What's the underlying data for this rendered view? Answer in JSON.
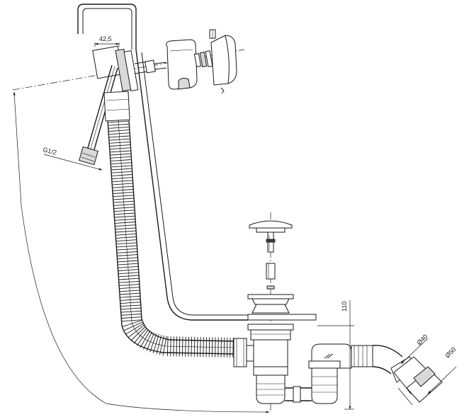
{
  "dimensions": {
    "d1": "42,5",
    "d2": "G1/2",
    "d3": "110",
    "d4": "Ø40",
    "d5": "Ø50"
  }
}
